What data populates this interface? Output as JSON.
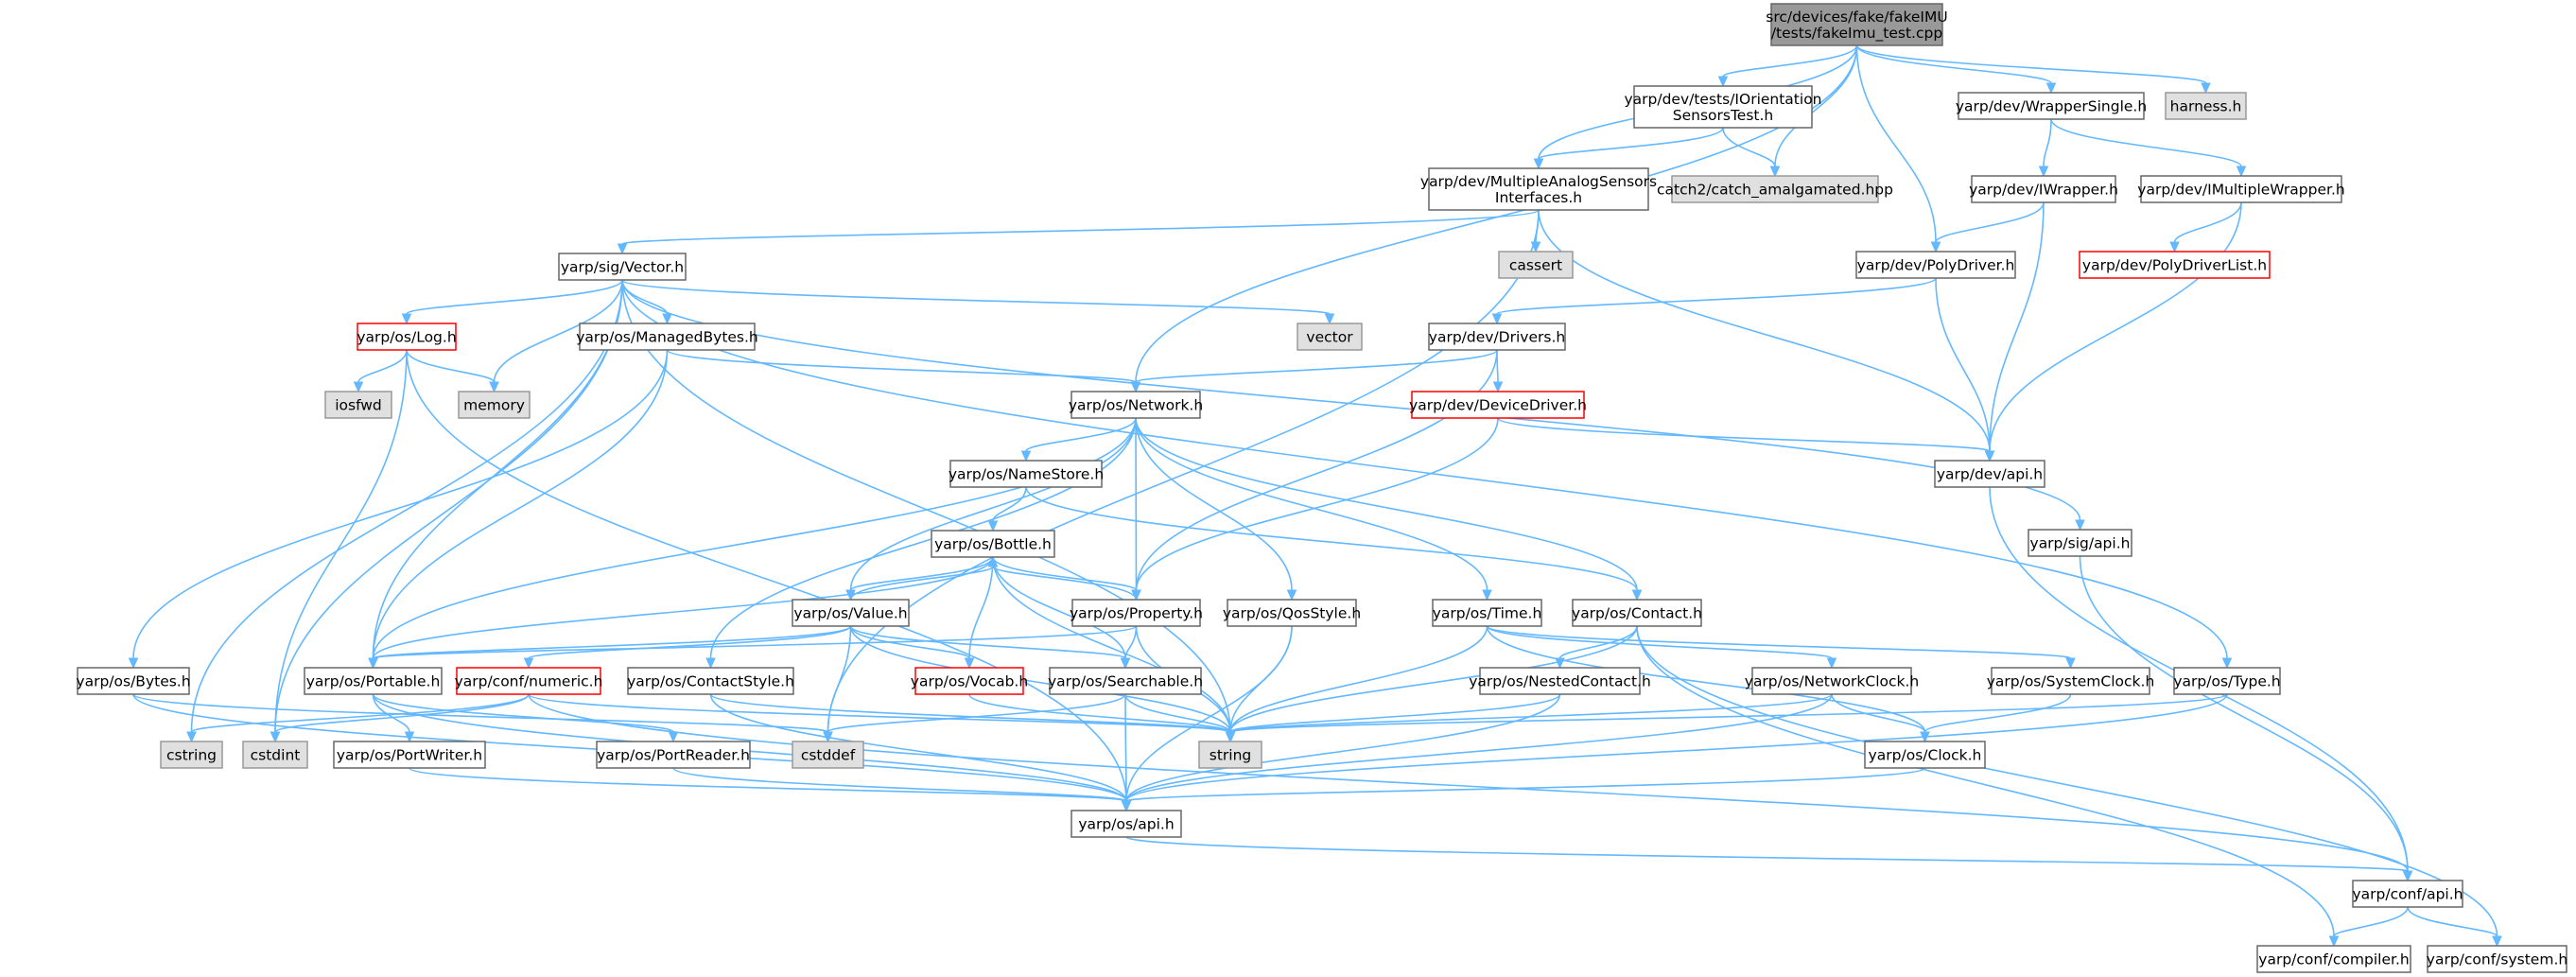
{
  "colors": {
    "edge": "#63b8ff",
    "node_border": "#666666",
    "node_fill": "#ffffff",
    "root_fill": "#999999",
    "root_border": "#666666",
    "external_fill": "#e0e0e0",
    "external_border": "#999999",
    "missing_border": "#ff0000"
  },
  "nodes": [
    {
      "id": "root",
      "lines": [
        "src/devices/fake/fakeIMU",
        "/tests/fakeImu_test.cpp"
      ],
      "kind": "root"
    },
    {
      "id": "iorient",
      "lines": [
        "yarp/dev/tests/IOrientation",
        "SensorsTest.h"
      ],
      "kind": "normal"
    },
    {
      "id": "wsingle",
      "lines": [
        "yarp/dev/WrapperSingle.h"
      ],
      "kind": "normal"
    },
    {
      "id": "harness",
      "lines": [
        "harness.h"
      ],
      "kind": "external"
    },
    {
      "id": "masi",
      "lines": [
        "yarp/dev/MultipleAnalogSensors",
        "Interfaces.h"
      ],
      "kind": "normal"
    },
    {
      "id": "catch2",
      "lines": [
        "catch2/catch_amalgamated.hpp"
      ],
      "kind": "external"
    },
    {
      "id": "iwrapper",
      "lines": [
        "yarp/dev/IWrapper.h"
      ],
      "kind": "normal"
    },
    {
      "id": "imwrapper",
      "lines": [
        "yarp/dev/IMultipleWrapper.h"
      ],
      "kind": "normal"
    },
    {
      "id": "pdlist",
      "lines": [
        "yarp/dev/PolyDriverList.h"
      ],
      "kind": "missing"
    },
    {
      "id": "vector_h",
      "lines": [
        "yarp/sig/Vector.h"
      ],
      "kind": "normal"
    },
    {
      "id": "cassert",
      "lines": [
        "cassert"
      ],
      "kind": "external"
    },
    {
      "id": "polydriver",
      "lines": [
        "yarp/dev/PolyDriver.h"
      ],
      "kind": "normal"
    },
    {
      "id": "log",
      "lines": [
        "yarp/os/Log.h"
      ],
      "kind": "missing"
    },
    {
      "id": "managed",
      "lines": [
        "yarp/os/ManagedBytes.h"
      ],
      "kind": "normal"
    },
    {
      "id": "vector",
      "lines": [
        "vector"
      ],
      "kind": "external"
    },
    {
      "id": "drivers",
      "lines": [
        "yarp/dev/Drivers.h"
      ],
      "kind": "normal"
    },
    {
      "id": "iosfwd",
      "lines": [
        "iosfwd"
      ],
      "kind": "external"
    },
    {
      "id": "memory",
      "lines": [
        "memory"
      ],
      "kind": "external"
    },
    {
      "id": "network",
      "lines": [
        "yarp/os/Network.h"
      ],
      "kind": "normal"
    },
    {
      "id": "devdriver",
      "lines": [
        "yarp/dev/DeviceDriver.h"
      ],
      "kind": "missing"
    },
    {
      "id": "devapi",
      "lines": [
        "yarp/dev/api.h"
      ],
      "kind": "normal"
    },
    {
      "id": "namestore",
      "lines": [
        "yarp/os/NameStore.h"
      ],
      "kind": "normal"
    },
    {
      "id": "sigapi",
      "lines": [
        "yarp/sig/api.h"
      ],
      "kind": "normal"
    },
    {
      "id": "bottle",
      "lines": [
        "yarp/os/Bottle.h"
      ],
      "kind": "normal"
    },
    {
      "id": "value",
      "lines": [
        "yarp/os/Value.h"
      ],
      "kind": "normal"
    },
    {
      "id": "property",
      "lines": [
        "yarp/os/Property.h"
      ],
      "kind": "normal"
    },
    {
      "id": "qosstyle",
      "lines": [
        "yarp/os/QosStyle.h"
      ],
      "kind": "normal"
    },
    {
      "id": "time",
      "lines": [
        "yarp/os/Time.h"
      ],
      "kind": "normal"
    },
    {
      "id": "contact",
      "lines": [
        "yarp/os/Contact.h"
      ],
      "kind": "normal"
    },
    {
      "id": "bytes",
      "lines": [
        "yarp/os/Bytes.h"
      ],
      "kind": "normal"
    },
    {
      "id": "portable",
      "lines": [
        "yarp/os/Portable.h"
      ],
      "kind": "normal"
    },
    {
      "id": "numeric",
      "lines": [
        "yarp/conf/numeric.h"
      ],
      "kind": "missing"
    },
    {
      "id": "contactstyle",
      "lines": [
        "yarp/os/ContactStyle.h"
      ],
      "kind": "normal"
    },
    {
      "id": "vocab",
      "lines": [
        "yarp/os/Vocab.h"
      ],
      "kind": "missing"
    },
    {
      "id": "searchable",
      "lines": [
        "yarp/os/Searchable.h"
      ],
      "kind": "normal"
    },
    {
      "id": "nested",
      "lines": [
        "yarp/os/NestedContact.h"
      ],
      "kind": "normal"
    },
    {
      "id": "netclock",
      "lines": [
        "yarp/os/NetworkClock.h"
      ],
      "kind": "normal"
    },
    {
      "id": "sysclock",
      "lines": [
        "yarp/os/SystemClock.h"
      ],
      "kind": "normal"
    },
    {
      "id": "type",
      "lines": [
        "yarp/os/Type.h"
      ],
      "kind": "normal"
    },
    {
      "id": "cstring",
      "lines": [
        "cstring"
      ],
      "kind": "external"
    },
    {
      "id": "cstdint",
      "lines": [
        "cstdint"
      ],
      "kind": "external"
    },
    {
      "id": "portwriter",
      "lines": [
        "yarp/os/PortWriter.h"
      ],
      "kind": "normal"
    },
    {
      "id": "portreader",
      "lines": [
        "yarp/os/PortReader.h"
      ],
      "kind": "normal"
    },
    {
      "id": "cstddef",
      "lines": [
        "cstddef"
      ],
      "kind": "external"
    },
    {
      "id": "string",
      "lines": [
        "string"
      ],
      "kind": "external"
    },
    {
      "id": "clock",
      "lines": [
        "yarp/os/Clock.h"
      ],
      "kind": "normal"
    },
    {
      "id": "osapi",
      "lines": [
        "yarp/os/api.h"
      ],
      "kind": "normal"
    },
    {
      "id": "confapi",
      "lines": [
        "yarp/conf/api.h"
      ],
      "kind": "normal"
    },
    {
      "id": "compiler",
      "lines": [
        "yarp/conf/compiler.h"
      ],
      "kind": "normal"
    },
    {
      "id": "system",
      "lines": [
        "yarp/conf/system.h"
      ],
      "kind": "normal"
    }
  ],
  "edges": [
    [
      "root",
      "iorient"
    ],
    [
      "root",
      "wsingle"
    ],
    [
      "root",
      "harness"
    ],
    [
      "root",
      "masi"
    ],
    [
      "root",
      "catch2"
    ],
    [
      "root",
      "polydriver"
    ],
    [
      "root",
      "network"
    ],
    [
      "iorient",
      "masi"
    ],
    [
      "iorient",
      "catch2"
    ],
    [
      "wsingle",
      "iwrapper"
    ],
    [
      "wsingle",
      "imwrapper"
    ],
    [
      "iwrapper",
      "polydriver"
    ],
    [
      "iwrapper",
      "devapi"
    ],
    [
      "imwrapper",
      "pdlist"
    ],
    [
      "imwrapper",
      "devapi"
    ],
    [
      "masi",
      "vector_h"
    ],
    [
      "masi",
      "cassert"
    ],
    [
      "masi",
      "devapi"
    ],
    [
      "masi",
      "cstddef"
    ],
    [
      "polydriver",
      "drivers"
    ],
    [
      "polydriver",
      "devapi"
    ],
    [
      "vector_h",
      "log"
    ],
    [
      "vector_h",
      "managed"
    ],
    [
      "vector_h",
      "vector"
    ],
    [
      "vector_h",
      "memory"
    ],
    [
      "vector_h",
      "portable"
    ],
    [
      "vector_h",
      "type"
    ],
    [
      "vector_h",
      "sigapi"
    ],
    [
      "vector_h",
      "cstring"
    ],
    [
      "vector_h",
      "cstdint"
    ],
    [
      "vector_h",
      "string"
    ],
    [
      "log",
      "iosfwd"
    ],
    [
      "log",
      "memory"
    ],
    [
      "log",
      "osapi"
    ],
    [
      "log",
      "cstdint"
    ],
    [
      "managed",
      "network"
    ],
    [
      "managed",
      "bytes"
    ],
    [
      "managed",
      "portable"
    ],
    [
      "drivers",
      "network"
    ],
    [
      "drivers",
      "devdriver"
    ],
    [
      "drivers",
      "property"
    ],
    [
      "devdriver",
      "property"
    ],
    [
      "devdriver",
      "devapi"
    ],
    [
      "devapi",
      "confapi"
    ],
    [
      "sigapi",
      "confapi"
    ],
    [
      "network",
      "namestore"
    ],
    [
      "network",
      "contact"
    ],
    [
      "network",
      "value"
    ],
    [
      "network",
      "property"
    ],
    [
      "network",
      "qosstyle"
    ],
    [
      "network",
      "time"
    ],
    [
      "network",
      "contactstyle"
    ],
    [
      "network",
      "portable"
    ],
    [
      "namestore",
      "bottle"
    ],
    [
      "namestore",
      "contact"
    ],
    [
      "bottle",
      "value"
    ],
    [
      "bottle",
      "property"
    ],
    [
      "bottle",
      "portable"
    ],
    [
      "bottle",
      "searchable"
    ],
    [
      "bottle",
      "vocab"
    ],
    [
      "bottle",
      "string"
    ],
    [
      "value",
      "bottle"
    ],
    [
      "value",
      "portable"
    ],
    [
      "value",
      "numeric"
    ],
    [
      "value",
      "searchable"
    ],
    [
      "value",
      "vocab"
    ],
    [
      "value",
      "cstddef"
    ],
    [
      "value",
      "string"
    ],
    [
      "property",
      "bottle"
    ],
    [
      "property",
      "portable"
    ],
    [
      "property",
      "searchable"
    ],
    [
      "property",
      "string"
    ],
    [
      "qosstyle",
      "string"
    ],
    [
      "qosstyle",
      "osapi"
    ],
    [
      "time",
      "netclock"
    ],
    [
      "time",
      "sysclock"
    ],
    [
      "time",
      "clock"
    ],
    [
      "time",
      "string"
    ],
    [
      "contact",
      "nested"
    ],
    [
      "contact",
      "string"
    ],
    [
      "contact",
      "compiler"
    ],
    [
      "contact",
      "system"
    ],
    [
      "bytes",
      "osapi"
    ],
    [
      "bytes",
      "cstddef"
    ],
    [
      "portable",
      "portwriter"
    ],
    [
      "portable",
      "portreader"
    ],
    [
      "portable",
      "osapi"
    ],
    [
      "numeric",
      "cstring"
    ],
    [
      "numeric",
      "cstdint"
    ],
    [
      "numeric",
      "string"
    ],
    [
      "numeric",
      "confapi"
    ],
    [
      "contactstyle",
      "string"
    ],
    [
      "contactstyle",
      "osapi"
    ],
    [
      "vocab",
      "string"
    ],
    [
      "searchable",
      "string"
    ],
    [
      "searchable",
      "cstddef"
    ],
    [
      "searchable",
      "osapi"
    ],
    [
      "nested",
      "string"
    ],
    [
      "nested",
      "osapi"
    ],
    [
      "netclock",
      "clock"
    ],
    [
      "netclock",
      "string"
    ],
    [
      "netclock",
      "osapi"
    ],
    [
      "sysclock",
      "clock"
    ],
    [
      "type",
      "string"
    ],
    [
      "type",
      "osapi"
    ],
    [
      "portwriter",
      "osapi"
    ],
    [
      "portreader",
      "osapi"
    ],
    [
      "clock",
      "osapi"
    ],
    [
      "osapi",
      "confapi"
    ],
    [
      "confapi",
      "compiler"
    ],
    [
      "confapi",
      "system"
    ]
  ]
}
